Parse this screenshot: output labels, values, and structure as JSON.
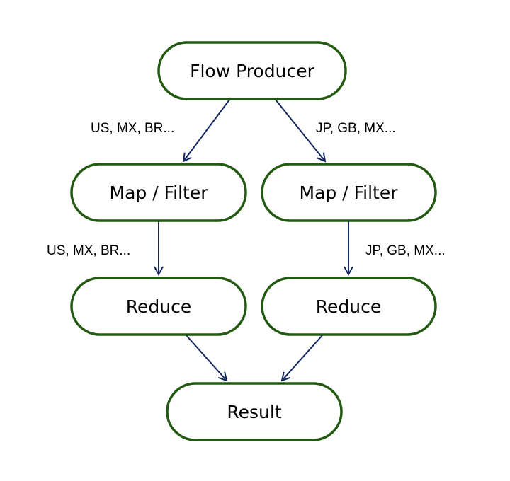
{
  "diagram": {
    "nodes": {
      "producer": "Flow Producer",
      "map_left": "Map / Filter",
      "map_right": "Map / Filter",
      "reduce_left": "Reduce",
      "reduce_right": "Reduce",
      "result": "Result"
    },
    "edge_labels": {
      "producer_to_map_left": "US, MX, BR...",
      "producer_to_map_right": "JP, GB, MX...",
      "map_left_to_reduce_left": "US, MX, BR...",
      "map_right_to_reduce_right": "JP, GB, MX..."
    },
    "colors": {
      "node_border": "#235a12",
      "arrow": "#14285e",
      "text": "#000000"
    }
  }
}
